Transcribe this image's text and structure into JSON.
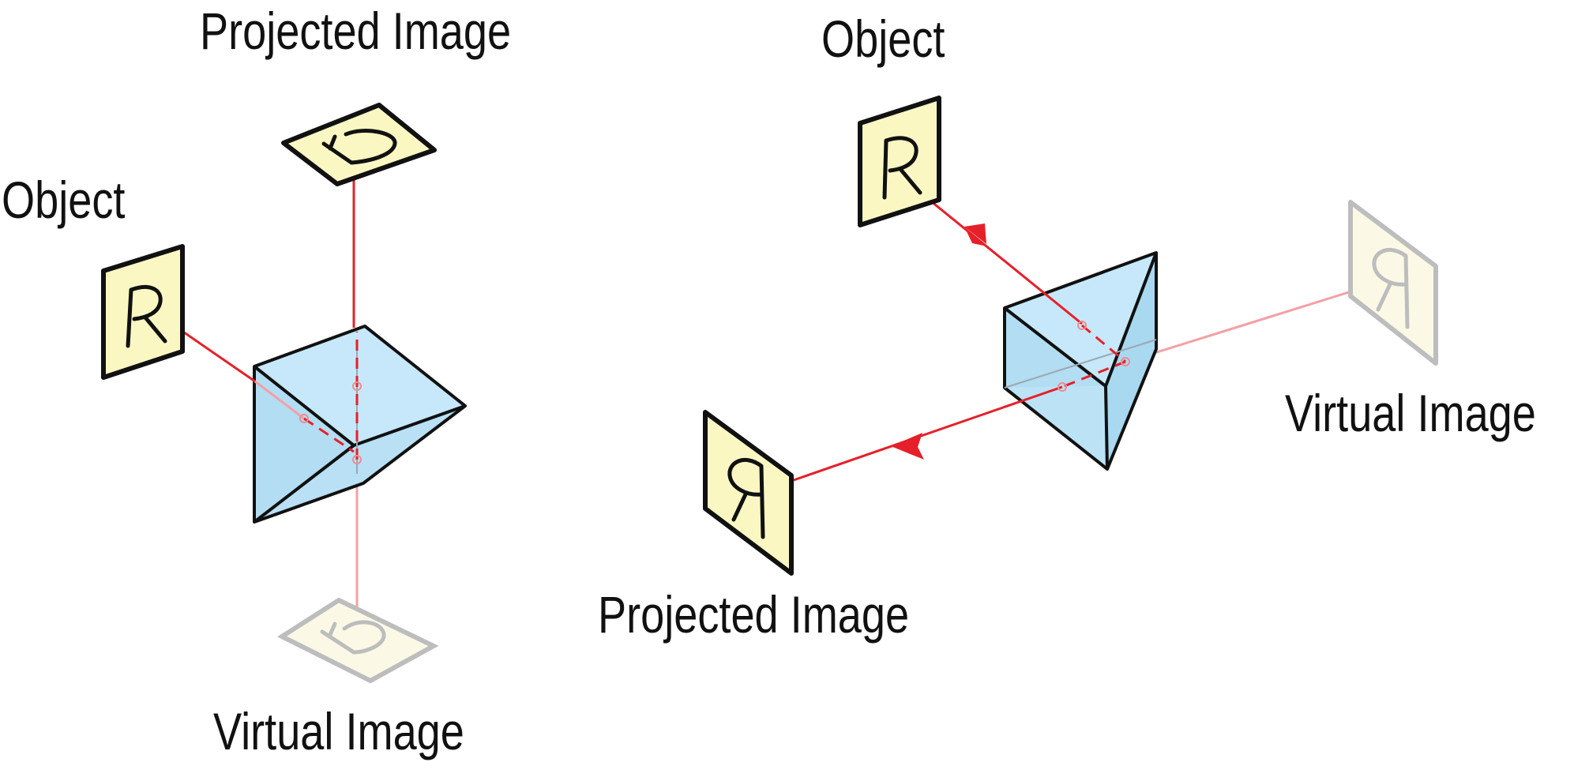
{
  "colors": {
    "card_fill": "#fbf7c3",
    "card_virtual_fill": "#fbf9e6",
    "card_virtual_stroke": "#bdbdbd",
    "prism_fill": "#c6e8fa",
    "outline": "#111111",
    "ray": "#e6202a",
    "ray_faint": "#f3a0a6"
  },
  "left_diagram": {
    "object_label": "Object",
    "projected_label": "Projected Image",
    "virtual_label": "Virtual Image",
    "object_glyph": "R",
    "projected_glyph": "R",
    "virtual_glyph": "R"
  },
  "right_diagram": {
    "object_label": "Object",
    "projected_label": "Projected Image",
    "virtual_label": "Virtual Image",
    "object_glyph": "R",
    "projected_glyph": "R",
    "virtual_glyph": "R"
  }
}
